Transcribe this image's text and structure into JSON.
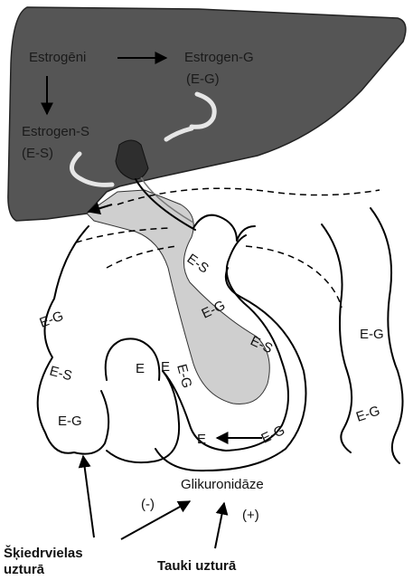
{
  "liver": {
    "estrogens": "Estrogēni",
    "estrogen_g": "Estrogen-G",
    "estrogen_g_abbr": "(E-G)",
    "estrogen_s": "Estrogen-S",
    "estrogen_s_abbr": "(E-S)"
  },
  "intestine": {
    "left_loop": [
      "E-G",
      "E-S",
      "E-G"
    ],
    "inner": [
      "E-S",
      "E-G",
      "E-S"
    ],
    "right_loop": [
      "E-G",
      "E-G"
    ],
    "bottom": {
      "e1": "E",
      "e2": "E",
      "eg_vertical": "E-G",
      "e3": "E",
      "eg3": "E-G"
    }
  },
  "enzyme": "Glikuronidāze",
  "effects": {
    "minus": "(-)",
    "plus": "(+)"
  },
  "factors": {
    "fiber_line1": "Šķiedrvielas",
    "fiber_line2": "uzturā",
    "fat": "Tauki uzturā"
  },
  "colors": {
    "liver": "#555555",
    "gallbladder": "#2e2e2e",
    "bile": "#cfcfcf"
  }
}
